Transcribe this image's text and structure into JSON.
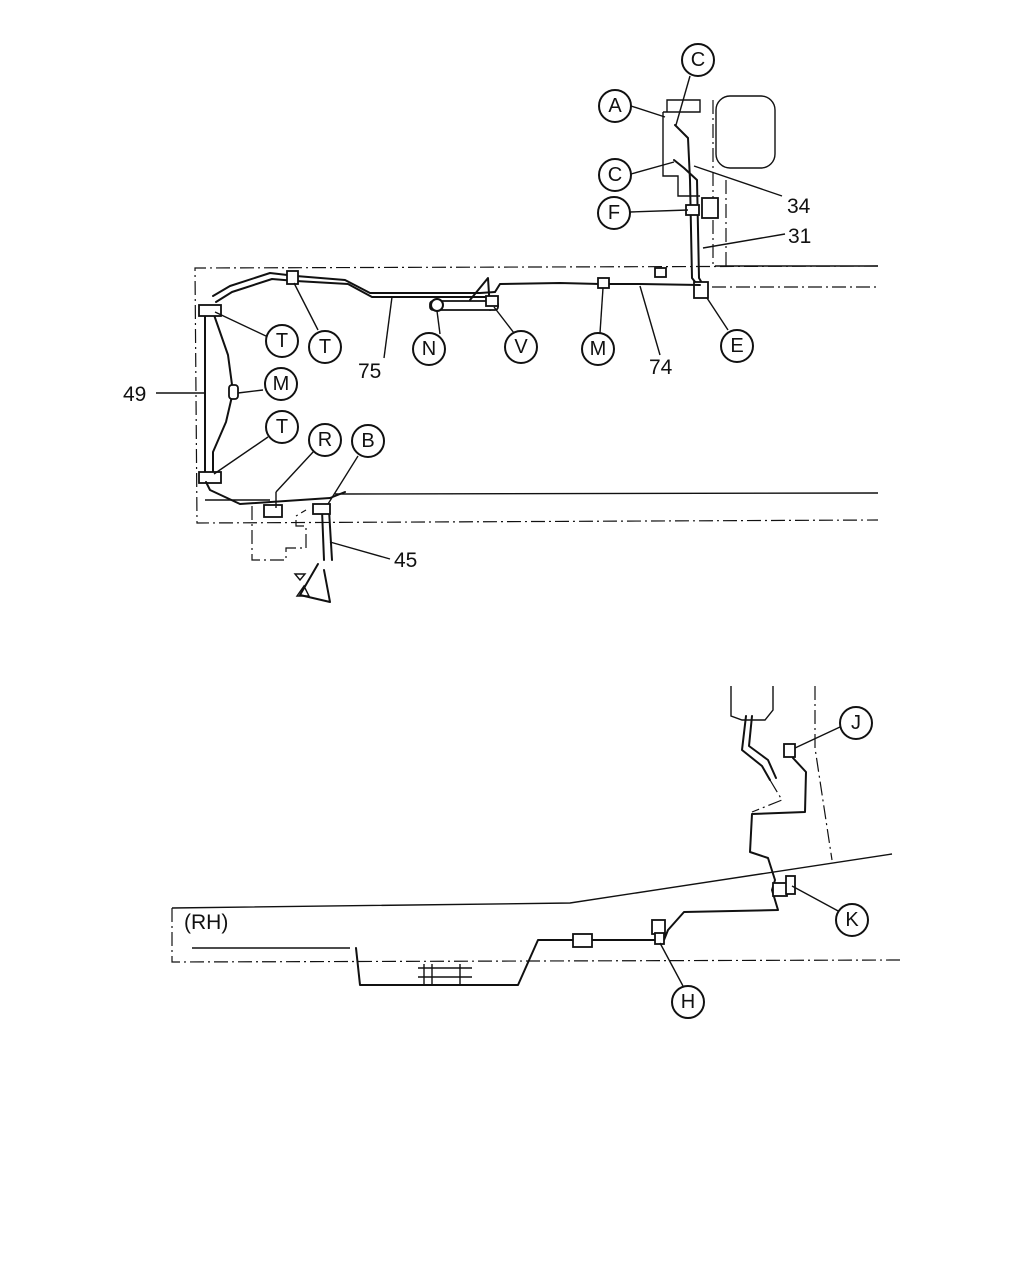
{
  "callouts_top": {
    "c1": "C",
    "a": "A",
    "c2": "C",
    "f": "F",
    "e": "E",
    "t1": "T",
    "t2": "T",
    "t3": "T",
    "m1": "M",
    "m2": "M",
    "n": "N",
    "v": "V",
    "r": "R",
    "b": "B"
  },
  "numbers_top": {
    "n34": "34",
    "n31": "31",
    "n75": "75",
    "n74": "74",
    "n49": "49",
    "n45": "45"
  },
  "callouts_bottom": {
    "j": "J",
    "k": "K",
    "h": "H"
  },
  "bottom_view": {
    "side_label": "(RH)"
  }
}
